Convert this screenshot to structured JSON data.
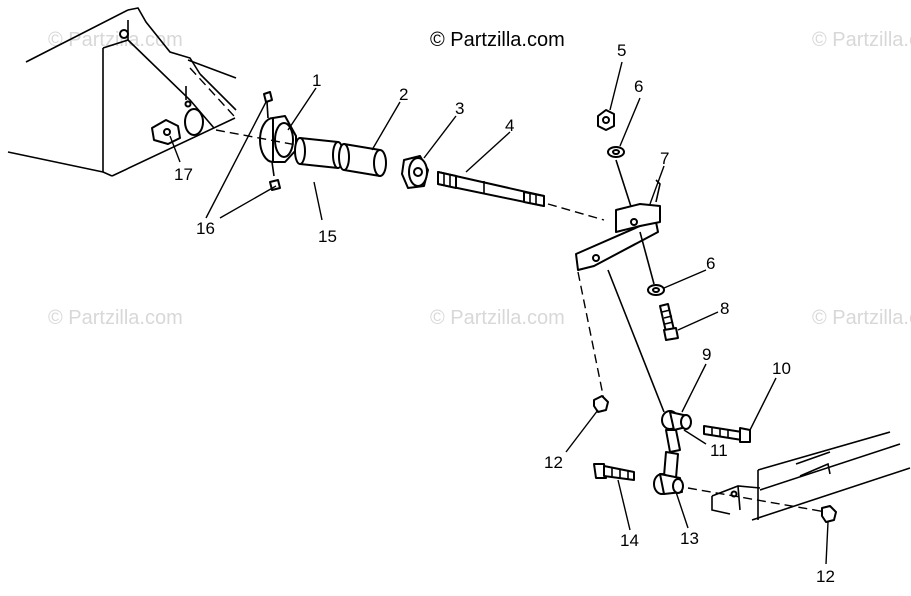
{
  "watermark": {
    "main": "© Partzilla.com",
    "faint": "© Partzilla.com"
  },
  "callouts": {
    "c1": "1",
    "c2": "2",
    "c3": "3",
    "c4": "4",
    "c5": "5",
    "c6a": "6",
    "c6b": "6",
    "c7": "7",
    "c8": "8",
    "c9": "9",
    "c10": "10",
    "c11": "11",
    "c12a": "12",
    "c12b": "12",
    "c13": "13",
    "c14": "14",
    "c15": "15",
    "c16": "16",
    "c17": "17"
  },
  "colors": {
    "line": "#000000",
    "watermark": "#d8d8d8",
    "background": "#ffffff"
  }
}
